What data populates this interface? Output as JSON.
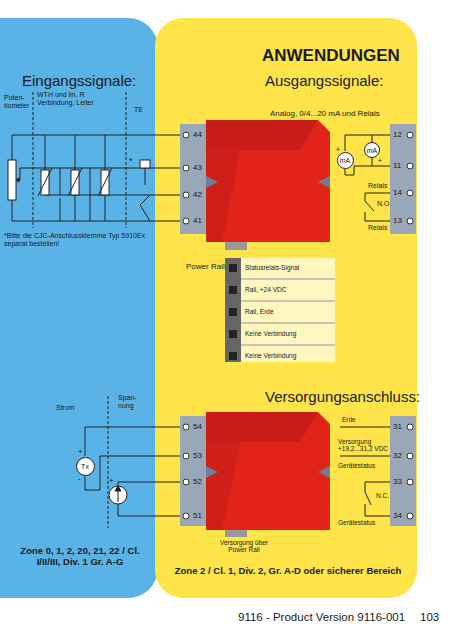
{
  "diagram": {
    "title": "ANWENDUNGEN",
    "nodes": [
      {
        "text": [
          "Eingangssignale:",
          "Zone 0, 1, 2, 20, 21, 22 / Cl. I/II/III, Div. 1 Gr. A-G"
        ]
      },
      {
        "text": [
          "Ausgangssignale:",
          "Versorgungsanschluss:",
          "Zone 2 / Cl. 1, Div. 2, Gr. A-D oder sicherer Bereich"
        ]
      },
      {
        "text": [
          "mA"
        ],
        "in": 1
      },
      {
        "text": [
          "mA"
        ],
        "in": 1
      },
      {
        "text": [
          "Tx"
        ],
        "in": 0
      }
    ],
    "labels": [
      "Poten- tiometer",
      "WTH und lin. R Verbindung, Leiter",
      "TE",
      "*",
      "Analog, 0/4...20 mA und Relais",
      "44",
      "43",
      "42",
      "41",
      "12",
      "11",
      "14",
      "13",
      "Relais",
      "N.O.",
      "Relais",
      "*Bitte die CJC-Anschlussklemme Typ 5910Ex separat bestellen!",
      "Power Rail",
      "Statusrelais-Signal",
      "Rail, +24 VDC",
      "Rail, Erde",
      "Keine Verbindung",
      "Keine Verbindung",
      "Strom",
      "Span- nung",
      "54",
      "53",
      "52",
      "51",
      "31",
      "32",
      "33",
      "34",
      "Erde",
      "Versorgung +19,2...31,2 VDC",
      "Gerätestatus",
      "N.C.",
      "Gerätestatus",
      "Versorgung über Power Rail",
      "9116 - Product Version 9116-001",
      "103",
      "+",
      "+",
      "+",
      "-",
      "+"
    ]
  }
}
